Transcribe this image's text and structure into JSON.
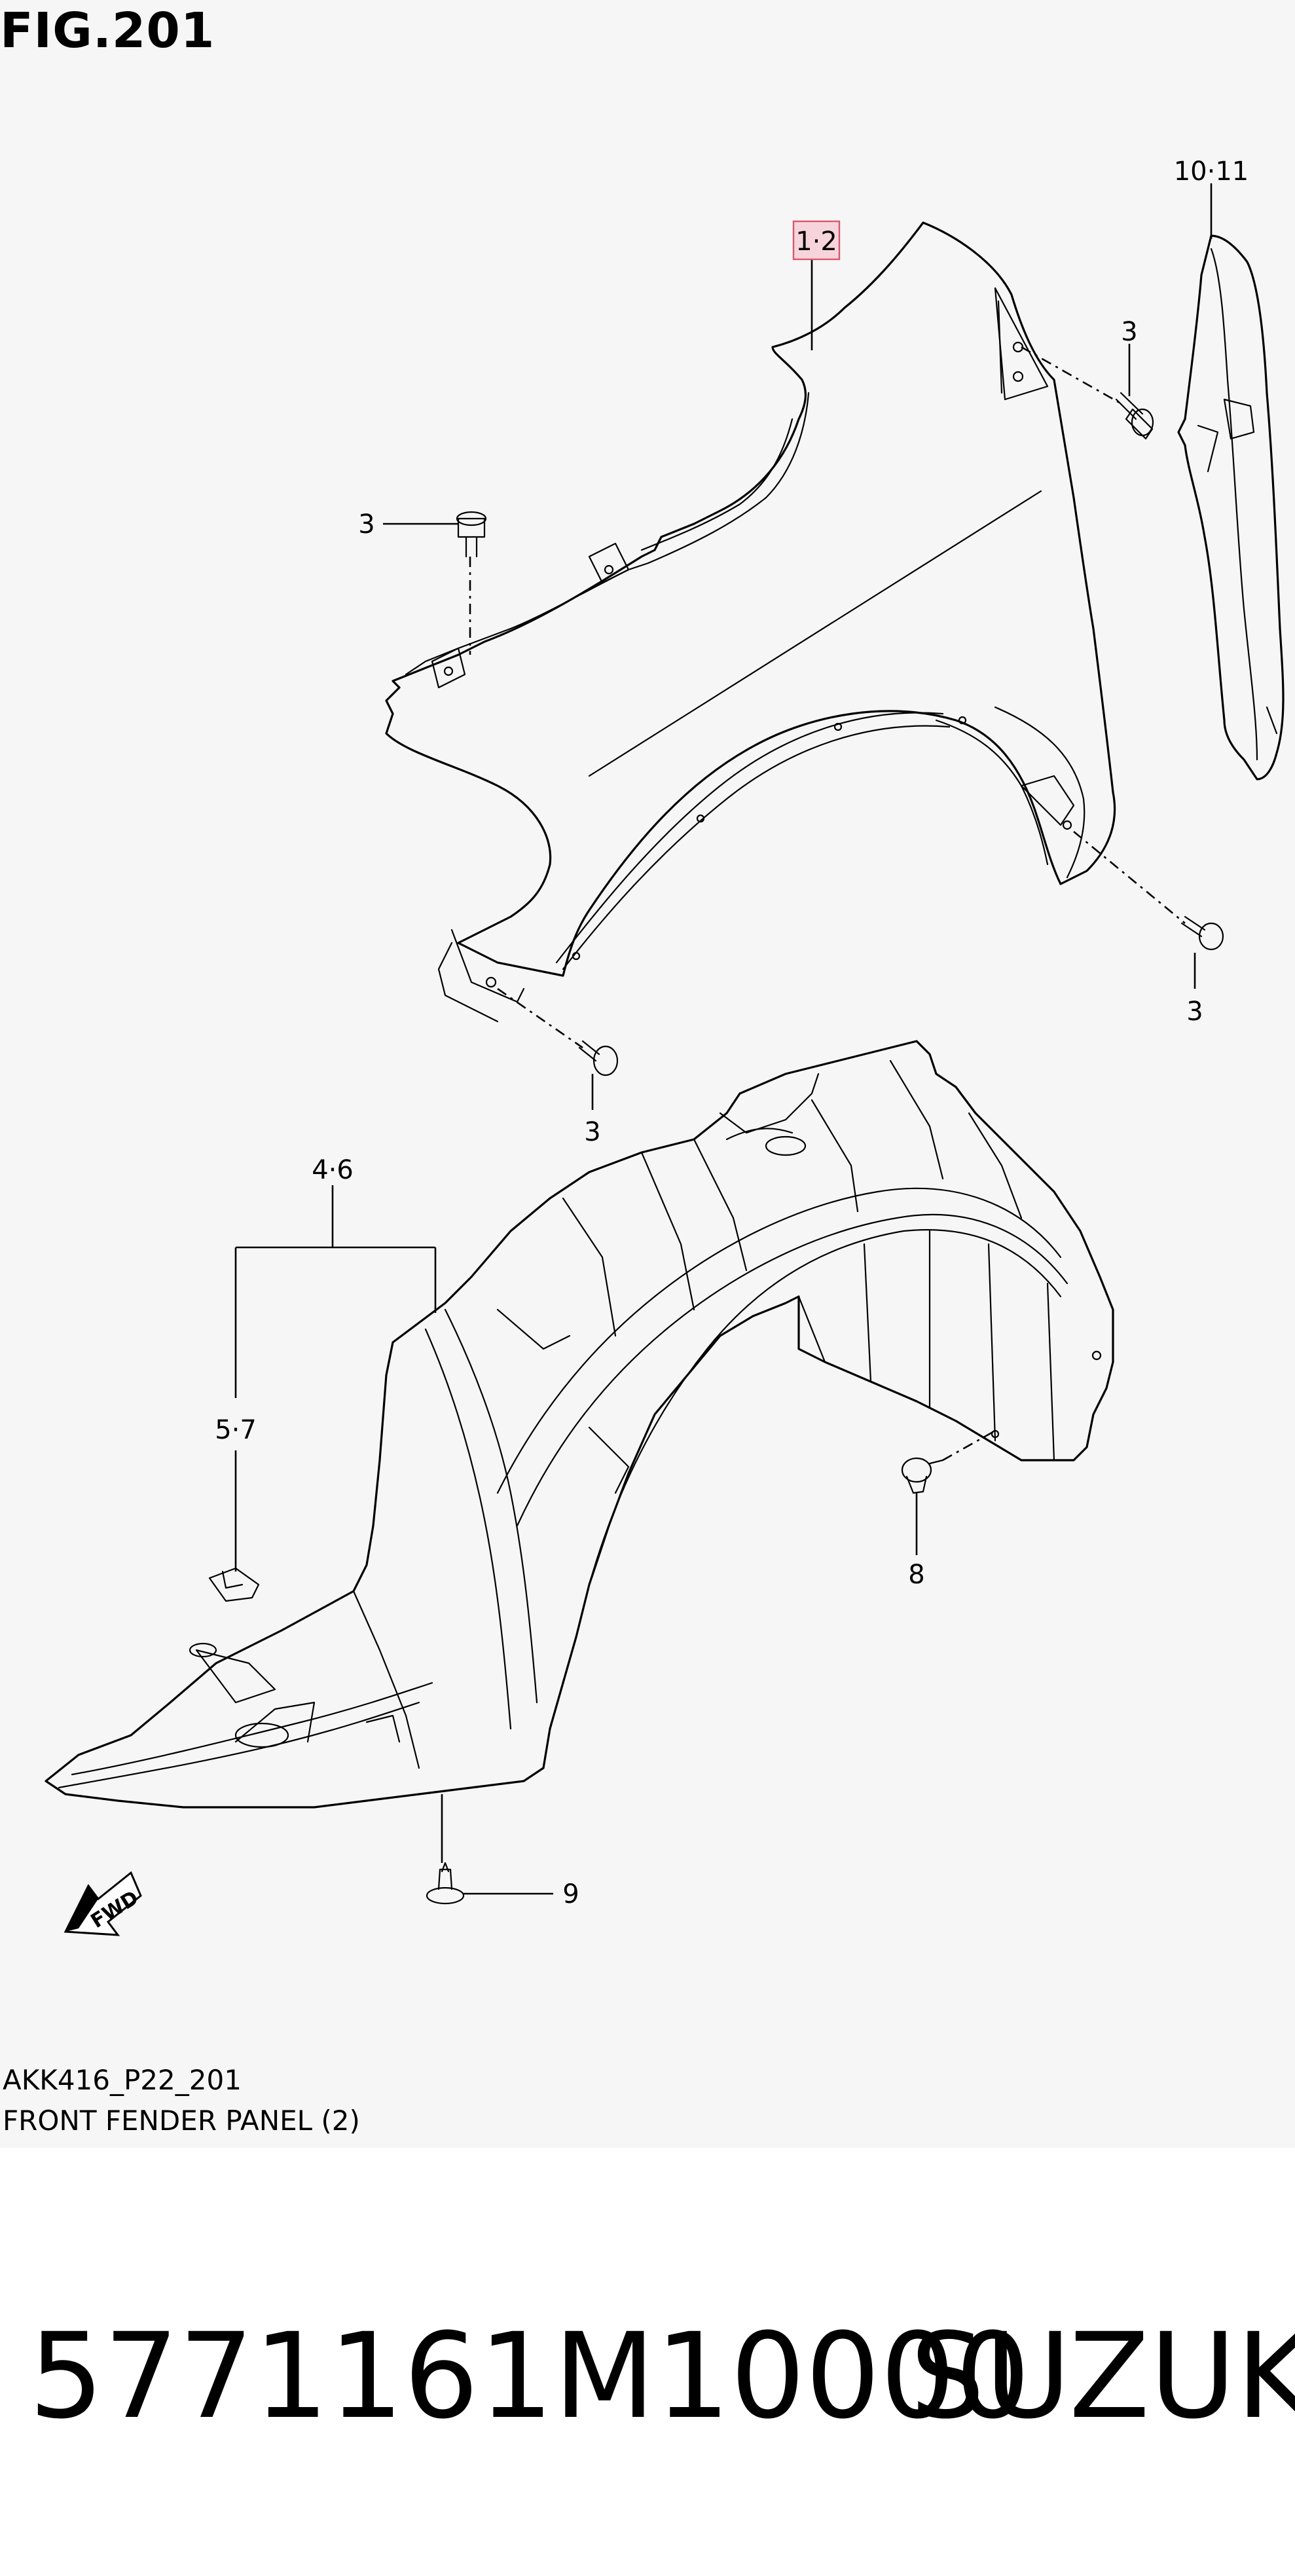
{
  "figure": {
    "title": "FIG.201",
    "callouts": {
      "c12": "1·2",
      "c1011": "10·11",
      "c3a": "3",
      "c3b": "3",
      "c3c": "3",
      "c3d": "3",
      "c46": "4·6",
      "c57": "5·7",
      "c8": "8",
      "c9": "9"
    },
    "fwd_label": "FWD",
    "highlight_color": "#f7d4dc",
    "highlight_border": "#d8586c"
  },
  "footer": {
    "code": "AKK416_P22_201",
    "caption": "FRONT FENDER PANEL (2)"
  },
  "product": {
    "part_number": "5771161M10000",
    "brand": "SUZUKI"
  }
}
